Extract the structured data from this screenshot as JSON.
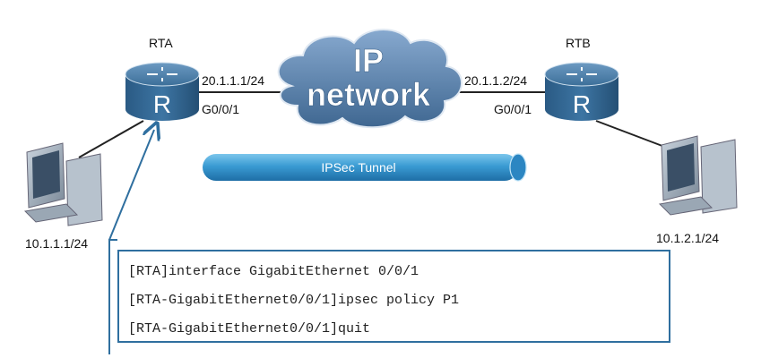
{
  "routers": {
    "rta": {
      "name": "RTA",
      "ip": "20.1.1.1/24",
      "port": "G0/0/1"
    },
    "rtb": {
      "name": "RTB",
      "ip": "20.1.1.2/24",
      "port": "G0/0/1"
    }
  },
  "hosts": {
    "left": {
      "ip": "10.1.1.1/24"
    },
    "right": {
      "ip": "10.1.2.1/24"
    }
  },
  "cloud": {
    "line1": "IP",
    "line2": "network"
  },
  "tunnel": {
    "label": "IPSec Tunnel"
  },
  "config": {
    "lines": [
      "[RTA]interface GigabitEthernet 0/0/1",
      "[RTA-GigabitEthernet0/0/1]ipsec policy P1",
      "[RTA-GigabitEthernet0/0/1]quit"
    ]
  },
  "colors": {
    "router_body": "#2f6590",
    "tunnel": "#4aa7d8",
    "cloud": "#5a7ea8",
    "callout": "#2f6f9f"
  }
}
